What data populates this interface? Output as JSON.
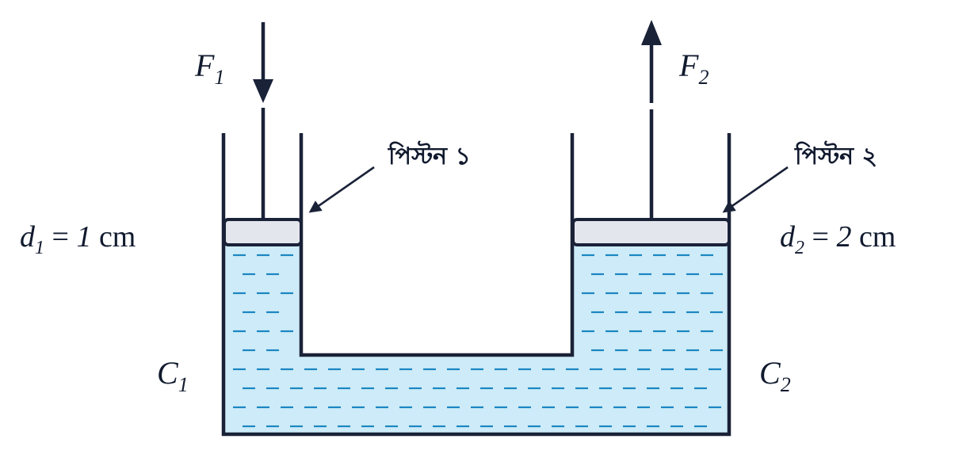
{
  "colors": {
    "outline": "#1a2238",
    "fluid": "#cdebf8",
    "fluid_dash": "#1b86c2",
    "piston": "#e4e6ee"
  },
  "forces": {
    "f1": {
      "symbol": "F",
      "sub": "1"
    },
    "f2": {
      "symbol": "F",
      "sub": "2"
    }
  },
  "pistons": {
    "p1_label": "পিস্টন ১",
    "p2_label": "পিস্টন ২"
  },
  "diameters": {
    "d1": {
      "symbol": "d",
      "sub": "1",
      "eq": " = ",
      "value": "1",
      "unit": " cm"
    },
    "d2": {
      "symbol": "d",
      "sub": "2",
      "eq": " = ",
      "value": "2",
      "unit": " cm"
    }
  },
  "columns": {
    "c1": {
      "symbol": "C",
      "sub": "1"
    },
    "c2": {
      "symbol": "C",
      "sub": "2"
    }
  }
}
